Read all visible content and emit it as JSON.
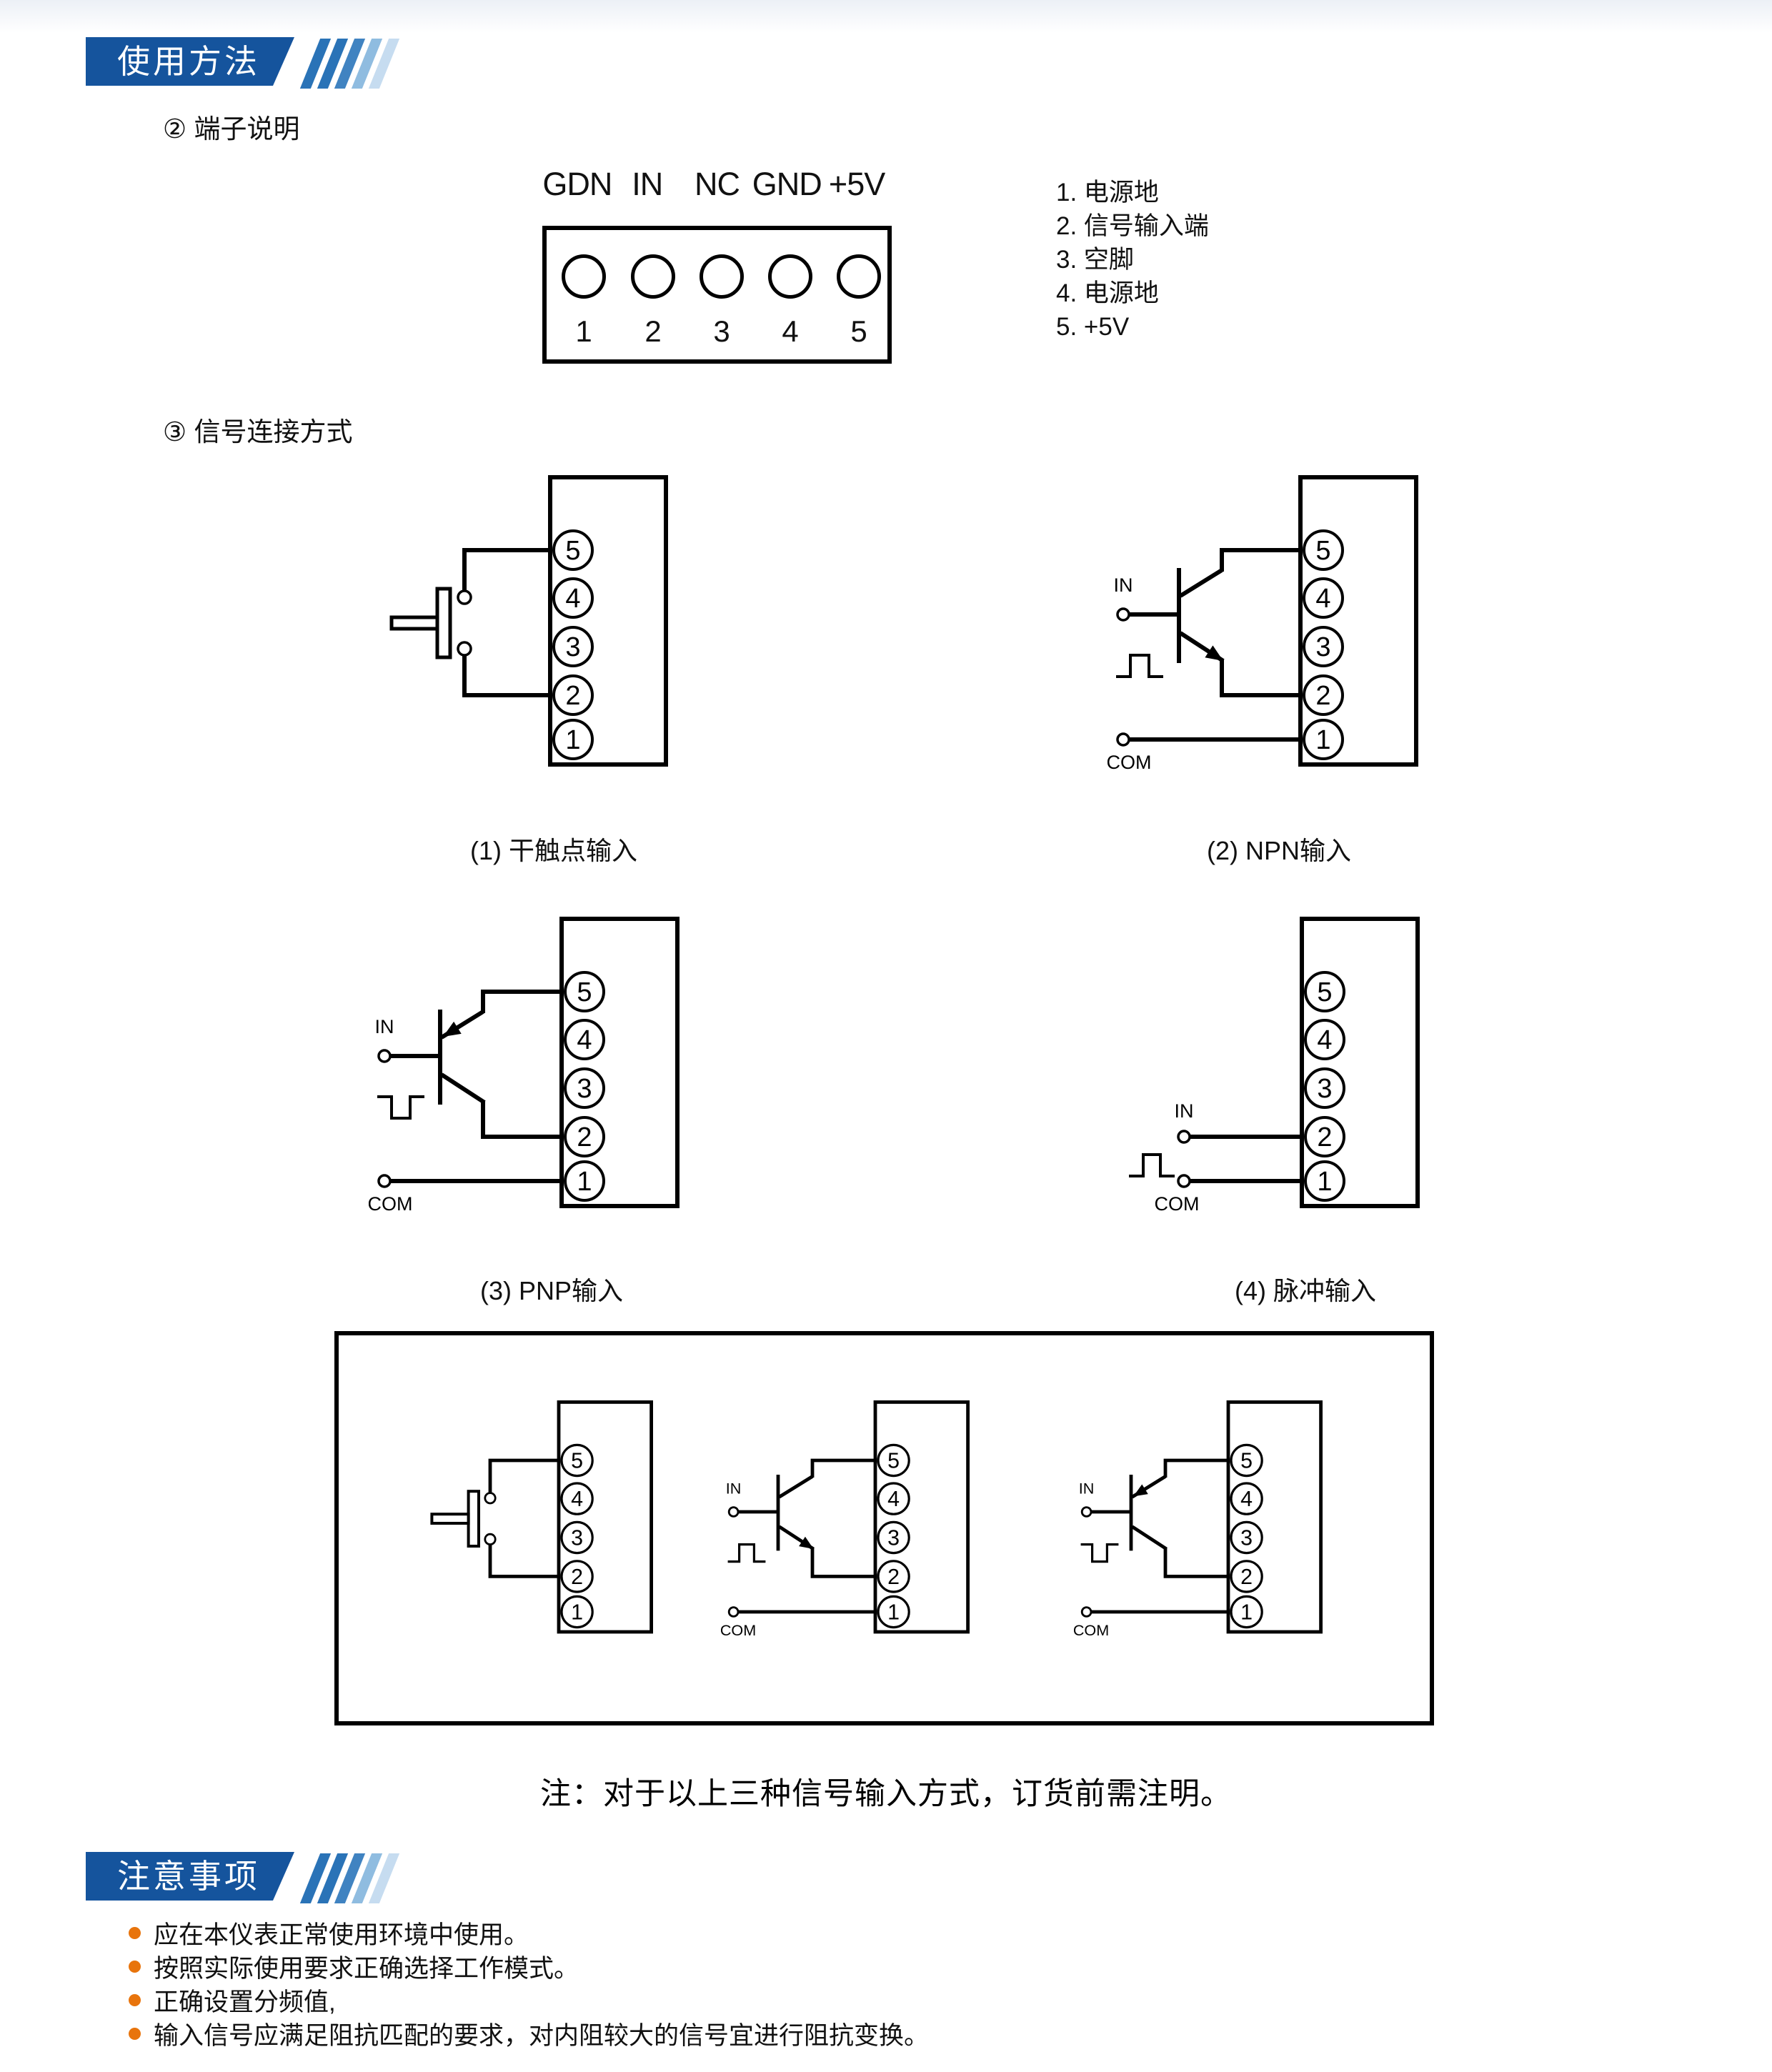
{
  "sections": {
    "usage": {
      "title": "使用方法"
    },
    "notice": {
      "title": "注意事项"
    }
  },
  "terminal_section": {
    "heading": "② 端子说明",
    "pin_labels": [
      "GDN",
      "IN",
      "NC",
      "GND",
      "+5V"
    ],
    "pin_numbers": [
      "1",
      "2",
      "3",
      "4",
      "5"
    ],
    "legend": [
      "1. 电源地",
      "2. 信号输入端",
      "3. 空脚",
      "4. 电源地",
      "5. +5V"
    ]
  },
  "signal_section": {
    "heading": "③ 信号连接方式",
    "terminal_numbers": [
      "5",
      "4",
      "3",
      "2",
      "1"
    ],
    "in_label": "IN",
    "com_label": "COM",
    "diagrams": [
      {
        "type": "dry-contact",
        "caption": "(1) 干触点输入"
      },
      {
        "type": "npn",
        "caption": "(2) NPN输入"
      },
      {
        "type": "pnp",
        "caption": "(3) PNP输入"
      },
      {
        "type": "pulse",
        "caption": "(4) 脉冲输入"
      }
    ],
    "combined_box_diagrams": [
      "dry-contact",
      "npn",
      "pnp"
    ],
    "note": "注：对于以上三种信号输入方式，订货前需注明。"
  },
  "notice_section": {
    "items": [
      "应在本仪表正常使用环境中使用。",
      "按照实际使用要求正确选择工作模式。",
      "正确设置分频值,",
      "输入信号应满足阻抗匹配的要求，对内阻较大的信号宜进行阻抗变换。"
    ]
  },
  "colors": {
    "banner_blue": "#15549d",
    "stripes": [
      "#2a73b7",
      "#2a73b7",
      "#4083c1",
      "#8fbce0",
      "#c6dcf0"
    ],
    "bullet_orange": "#e8740c",
    "line_black": "#000000",
    "top_band": "#ecf0f6"
  }
}
